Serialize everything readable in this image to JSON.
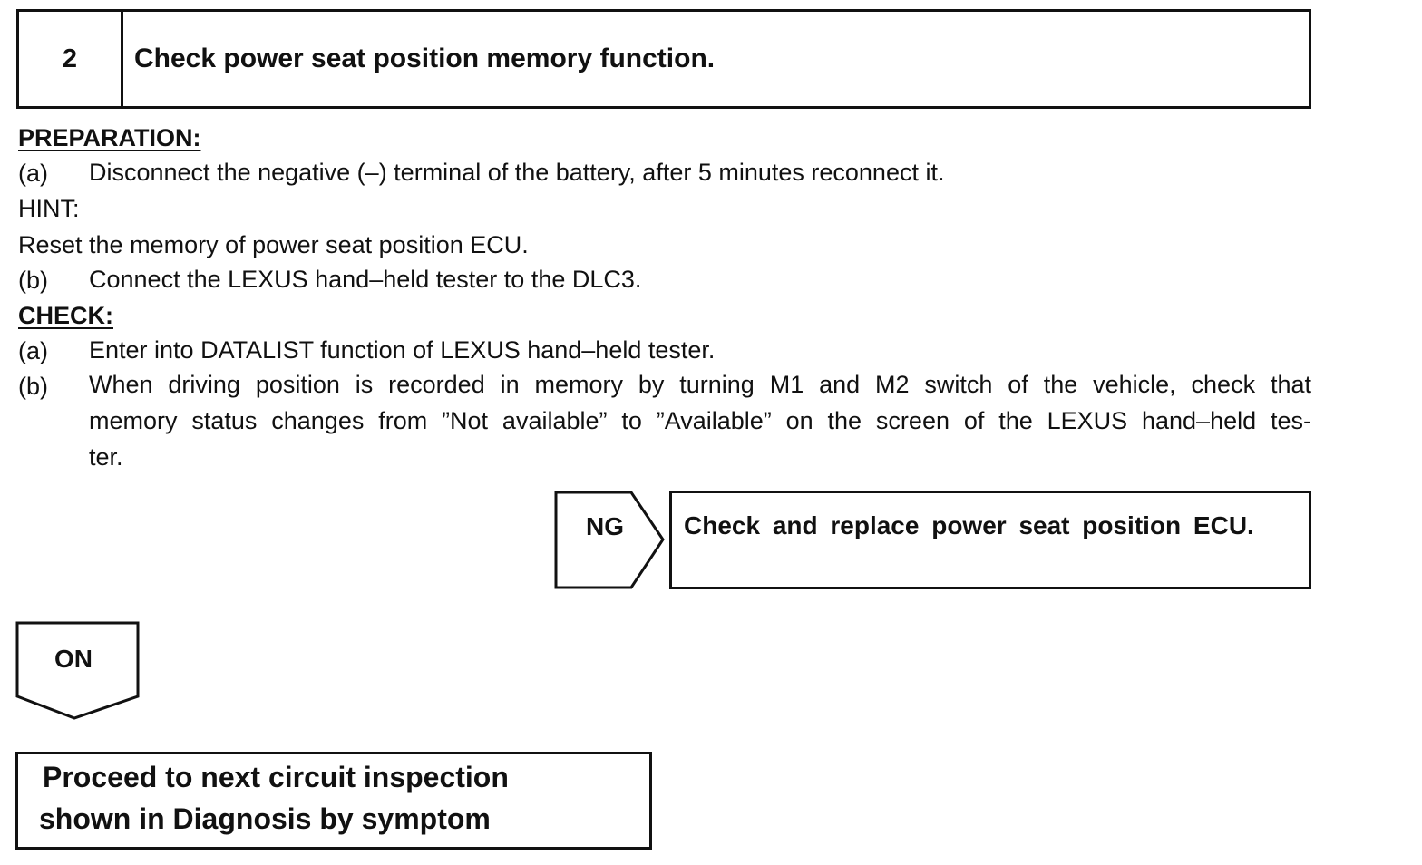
{
  "step": {
    "number": "2",
    "title": "Check power seat position memory function."
  },
  "preparation": {
    "heading": "PREPARATION:",
    "item_a_tag": "(a)",
    "item_a_text": "Disconnect the negative (–) terminal of the battery, after 5 minutes reconnect it.",
    "hint_label": "HINT:",
    "hint_text": "Reset the memory of power seat position ECU.",
    "item_b_tag": "(b)",
    "item_b_text": "Connect the LEXUS hand–held tester to the DLC3."
  },
  "check": {
    "heading": "CHECK:",
    "item_a_tag": "(a)",
    "item_a_text": "Enter into DATALIST function of LEXUS hand–held tester.",
    "item_b_tag": "(b)",
    "item_b_line1": "When driving position is recorded in memory by turning M1 and M2 switch of the vehicle, check that",
    "item_b_line2": "memory status changes from ”Not available” to ”Available” on the screen of the LEXUS hand–held tes-",
    "item_b_line3": "ter."
  },
  "ng_branch": {
    "label": "NG",
    "action": "Check and replace power seat position ECU."
  },
  "ok_branch": {
    "label": "ON"
  },
  "next_step": {
    "line1": "Proceed to next circuit  inspection",
    "line2": "shown  in Diagnosis by symptom"
  }
}
